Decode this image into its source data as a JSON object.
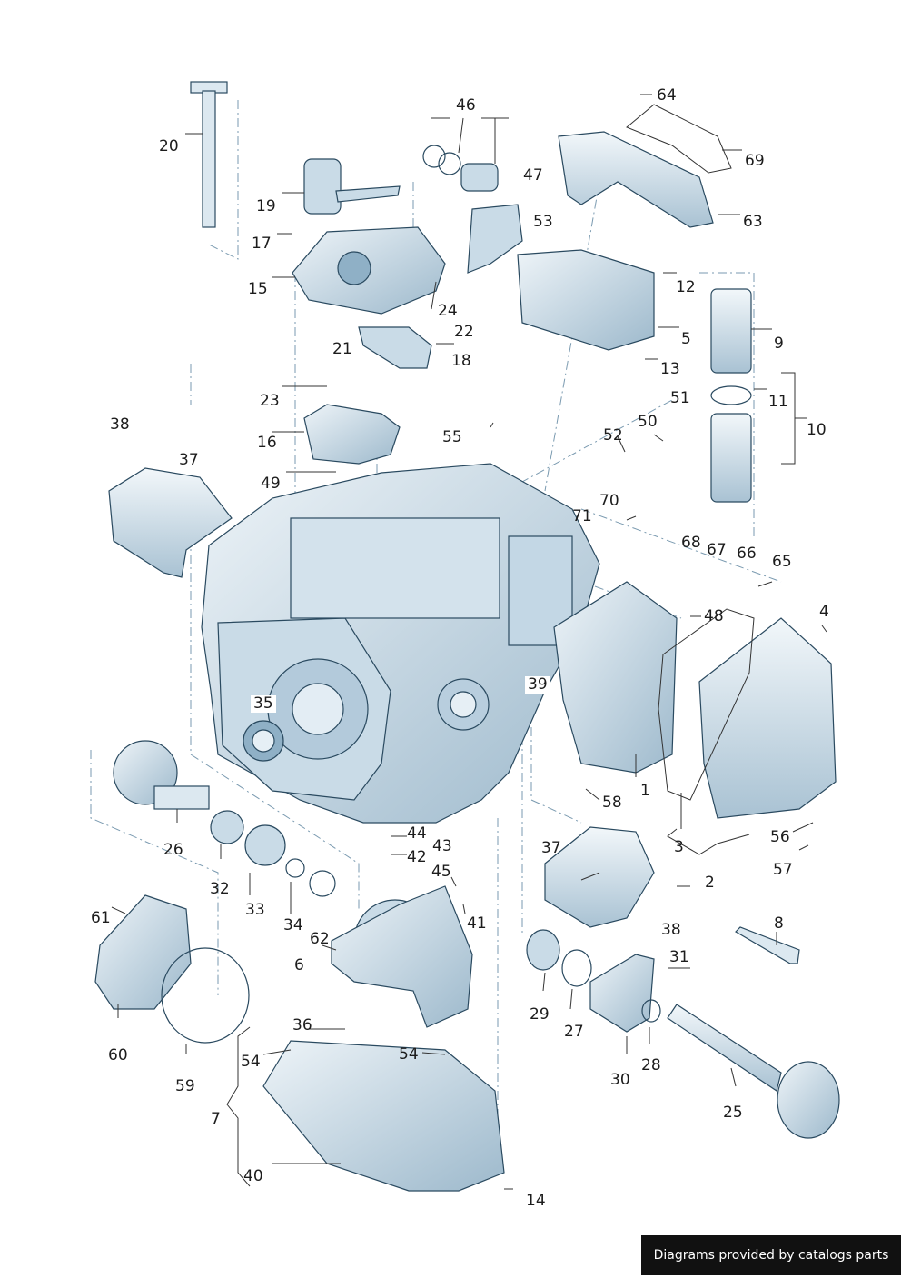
{
  "diagram": {
    "callouts": [
      {
        "id": "1",
        "text": "1"
      },
      {
        "id": "2",
        "text": "2"
      },
      {
        "id": "3",
        "text": "3"
      },
      {
        "id": "4",
        "text": "4"
      },
      {
        "id": "5",
        "text": "5"
      },
      {
        "id": "6",
        "text": "6"
      },
      {
        "id": "7",
        "text": "7"
      },
      {
        "id": "8",
        "text": "8"
      },
      {
        "id": "9",
        "text": "9"
      },
      {
        "id": "10",
        "text": "10"
      },
      {
        "id": "11",
        "text": "11"
      },
      {
        "id": "12",
        "text": "12"
      },
      {
        "id": "13",
        "text": "13"
      },
      {
        "id": "14",
        "text": "14"
      },
      {
        "id": "15",
        "text": "15"
      },
      {
        "id": "16",
        "text": "16"
      },
      {
        "id": "17",
        "text": "17"
      },
      {
        "id": "18",
        "text": "18"
      },
      {
        "id": "19",
        "text": "19"
      },
      {
        "id": "20",
        "text": "20"
      },
      {
        "id": "21",
        "text": "21"
      },
      {
        "id": "22",
        "text": "22"
      },
      {
        "id": "23",
        "text": "23"
      },
      {
        "id": "24",
        "text": "24"
      },
      {
        "id": "25",
        "text": "25"
      },
      {
        "id": "26",
        "text": "26"
      },
      {
        "id": "27",
        "text": "27"
      },
      {
        "id": "28",
        "text": "28"
      },
      {
        "id": "29",
        "text": "29"
      },
      {
        "id": "30",
        "text": "30"
      },
      {
        "id": "31",
        "text": "31"
      },
      {
        "id": "32",
        "text": "32"
      },
      {
        "id": "33",
        "text": "33"
      },
      {
        "id": "34",
        "text": "34"
      },
      {
        "id": "35",
        "text": "35"
      },
      {
        "id": "36",
        "text": "36"
      },
      {
        "id": "37a",
        "text": "37"
      },
      {
        "id": "37b",
        "text": "37"
      },
      {
        "id": "38a",
        "text": "38"
      },
      {
        "id": "38b",
        "text": "38"
      },
      {
        "id": "39",
        "text": "39"
      },
      {
        "id": "40",
        "text": "40"
      },
      {
        "id": "41",
        "text": "41"
      },
      {
        "id": "42",
        "text": "42"
      },
      {
        "id": "43",
        "text": "43"
      },
      {
        "id": "44",
        "text": "44"
      },
      {
        "id": "45",
        "text": "45"
      },
      {
        "id": "46",
        "text": "46"
      },
      {
        "id": "47",
        "text": "47"
      },
      {
        "id": "48",
        "text": "48"
      },
      {
        "id": "49",
        "text": "49"
      },
      {
        "id": "50",
        "text": "50"
      },
      {
        "id": "51",
        "text": "51"
      },
      {
        "id": "52",
        "text": "52"
      },
      {
        "id": "53",
        "text": "53"
      },
      {
        "id": "54a",
        "text": "54"
      },
      {
        "id": "54b",
        "text": "54"
      },
      {
        "id": "55",
        "text": "55"
      },
      {
        "id": "56",
        "text": "56"
      },
      {
        "id": "57",
        "text": "57"
      },
      {
        "id": "58",
        "text": "58"
      },
      {
        "id": "59",
        "text": "59"
      },
      {
        "id": "60",
        "text": "60"
      },
      {
        "id": "61",
        "text": "61"
      },
      {
        "id": "62",
        "text": "62"
      },
      {
        "id": "63",
        "text": "63"
      },
      {
        "id": "64",
        "text": "64"
      },
      {
        "id": "65",
        "text": "65"
      },
      {
        "id": "66",
        "text": "66"
      },
      {
        "id": "67",
        "text": "67"
      },
      {
        "id": "68",
        "text": "68"
      },
      {
        "id": "69",
        "text": "69"
      },
      {
        "id": "70",
        "text": "70"
      },
      {
        "id": "71",
        "text": "71"
      }
    ]
  },
  "credit": "Diagrams provided by catalogs parts",
  "colors": {
    "part_fill": "#dce8f0",
    "part_shade": "#8fb0c6",
    "outline": "#2a4a60",
    "text": "#1c1c1c"
  }
}
